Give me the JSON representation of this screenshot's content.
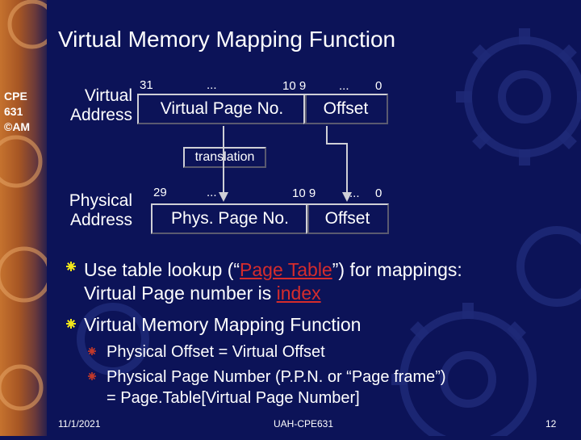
{
  "sidebar": {
    "line1": "CPE",
    "line2": "631",
    "line3": "©AM"
  },
  "title": "Virtual Memory Mapping Function",
  "virtual": {
    "label_line1": "Virtual",
    "label_line2": "Address",
    "bit_31": "31",
    "bit_dots1": "...",
    "bit_10_9": "10  9",
    "bit_dots2": "...",
    "bit_0": "0",
    "page_field": "Virtual Page No.",
    "offset_field": "Offset"
  },
  "translation": "translation",
  "physical": {
    "label_line1": "Physical",
    "label_line2": "Address",
    "bit_29": "29",
    "bit_dots1": "...",
    "bit_10_9": "10  9",
    "bit_dots2": "...",
    "bit_0": "0",
    "page_field": "Phys. Page No.",
    "offset_field": "Offset"
  },
  "bullets": {
    "b1_pre": "Use table lookup (“",
    "b1_link": "Page Table",
    "b1_post": "”) for mappings:",
    "b1_line2_pre": "Virtual Page number is ",
    "b1_line2_link": "index",
    "b2": "Virtual Memory Mapping Function",
    "sub1": "Physical Offset = Virtual Offset",
    "sub2": "Physical Page Number (P.P.N. or “Page frame”)",
    "sub2_cont": "= Page.Table[Virtual Page Number]"
  },
  "footer": {
    "date": "11/1/2021",
    "center": "UAH-CPE631",
    "page": "12"
  },
  "colors": {
    "background": "#0c1358",
    "text": "#ffffff",
    "link": "#d62c2c",
    "bullet": "#f2e61a",
    "subbullet": "#c0392b"
  }
}
